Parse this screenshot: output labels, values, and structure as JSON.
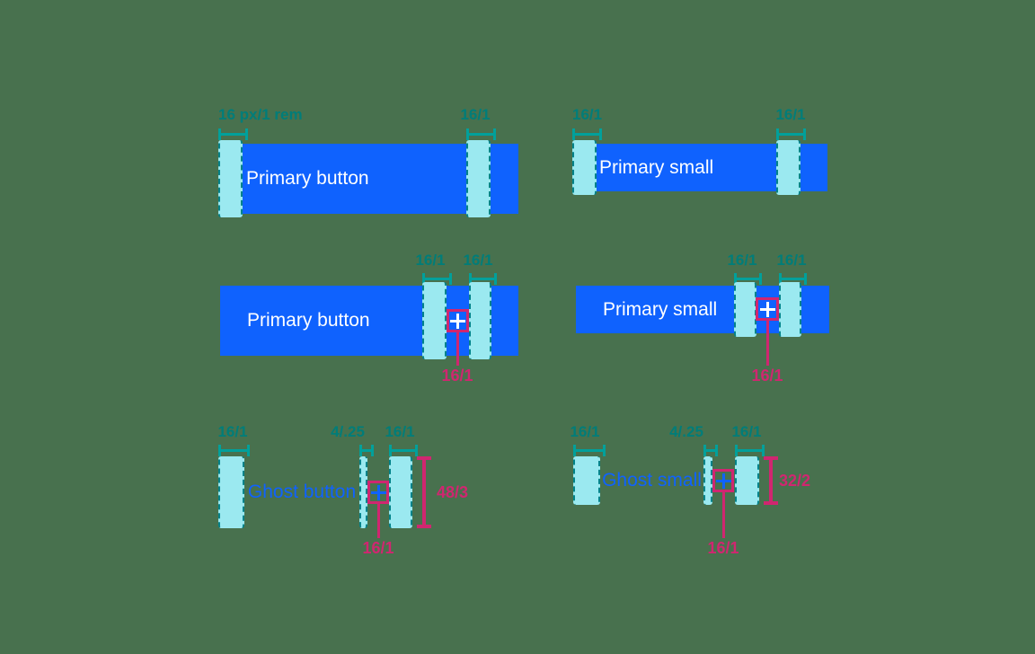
{
  "colors": {
    "background": "#48714E",
    "primary_blue": "#0F62FE",
    "spacing_cyan": "#9BE9F0",
    "measure_teal": "#00A09B",
    "measure_text": "#007D79",
    "dash_teal": "#00838A",
    "magenta": "#D02670",
    "button_text": "#FFFFFF"
  },
  "groups": {
    "primary_button": {
      "button_label": "Primary button",
      "left_padding": "16 px/1 rem",
      "right_padding": "16/1"
    },
    "primary_small": {
      "button_label": "Primary small",
      "left_padding": "16/1",
      "right_padding": "16/1"
    },
    "primary_button_icon": {
      "button_label": "Primary button",
      "icon": "plus",
      "icon_gap": "16/1",
      "right_padding": "16/1",
      "icon_size": "16/1"
    },
    "primary_small_icon": {
      "button_label": "Primary small",
      "icon": "plus",
      "icon_gap": "16/1",
      "right_padding": "16/1",
      "icon_size": "16/1"
    },
    "ghost_button": {
      "button_label": "Ghost button",
      "icon": "plus",
      "left_padding": "16/1",
      "icon_gap": "4/.25",
      "right_padding": "16/1",
      "button_height": "48/3",
      "icon_size": "16/1"
    },
    "ghost_small": {
      "button_label": "Ghost small",
      "icon": "plus",
      "left_padding": "16/1",
      "icon_gap": "4/.25",
      "right_padding": "16/1",
      "button_height": "32/2",
      "icon_size": "16/1"
    }
  }
}
